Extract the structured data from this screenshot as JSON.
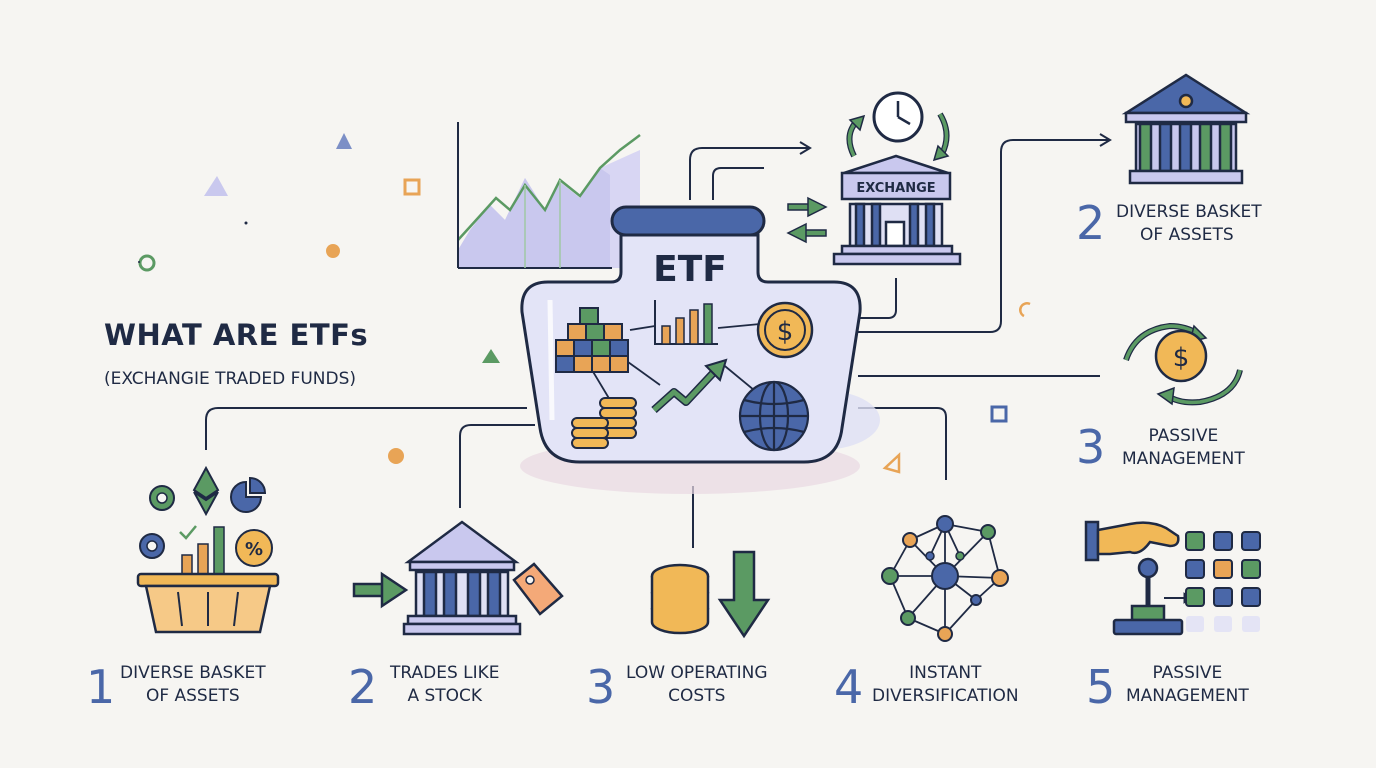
{
  "title": "WHAT ARE ETFs",
  "subtitle": "(EXCHANGIE TRADED FUNDS)",
  "jar_label": "ETF",
  "exchange_label": "EXCHANGE",
  "right_items": [
    {
      "number": "2",
      "line1": "DIVERSE BASKET",
      "line2": "OF ASSETS"
    },
    {
      "number": "3",
      "line1": "PASSIVE",
      "line2": "MANAGEMENT"
    }
  ],
  "bottom_items": [
    {
      "number": "1",
      "line1": "DIVERSE BASKET",
      "line2": "OF ASSETS"
    },
    {
      "number": "2",
      "line1": "TRADES LIKE",
      "line2": "A STOCK"
    },
    {
      "number": "3",
      "line1": "LOW OPERATING",
      "line2": "COSTS"
    },
    {
      "number": "4",
      "line1": "INSTANT",
      "line2": "DIVERSIFICATION"
    },
    {
      "number": "5",
      "line1": "PASSIVE",
      "line2": "MANAGEMENT"
    }
  ],
  "colors": {
    "navy": "#1f2a44",
    "blue": "#4a67a8",
    "green": "#5b9a63",
    "orange": "#e8a456",
    "lavender": "#c9c8ee",
    "gold": "#f1b857"
  },
  "icons": [
    "chart-icon",
    "clock-icon",
    "exchange-building-icon",
    "bank-icon",
    "dollar-coin-icon",
    "basket-icon",
    "price-tag-icon",
    "coin-stack-icon",
    "down-arrow-icon",
    "network-icon",
    "joystick-icon",
    "grid-icon",
    "globe-icon",
    "blocks-icon",
    "up-trend-icon"
  ]
}
